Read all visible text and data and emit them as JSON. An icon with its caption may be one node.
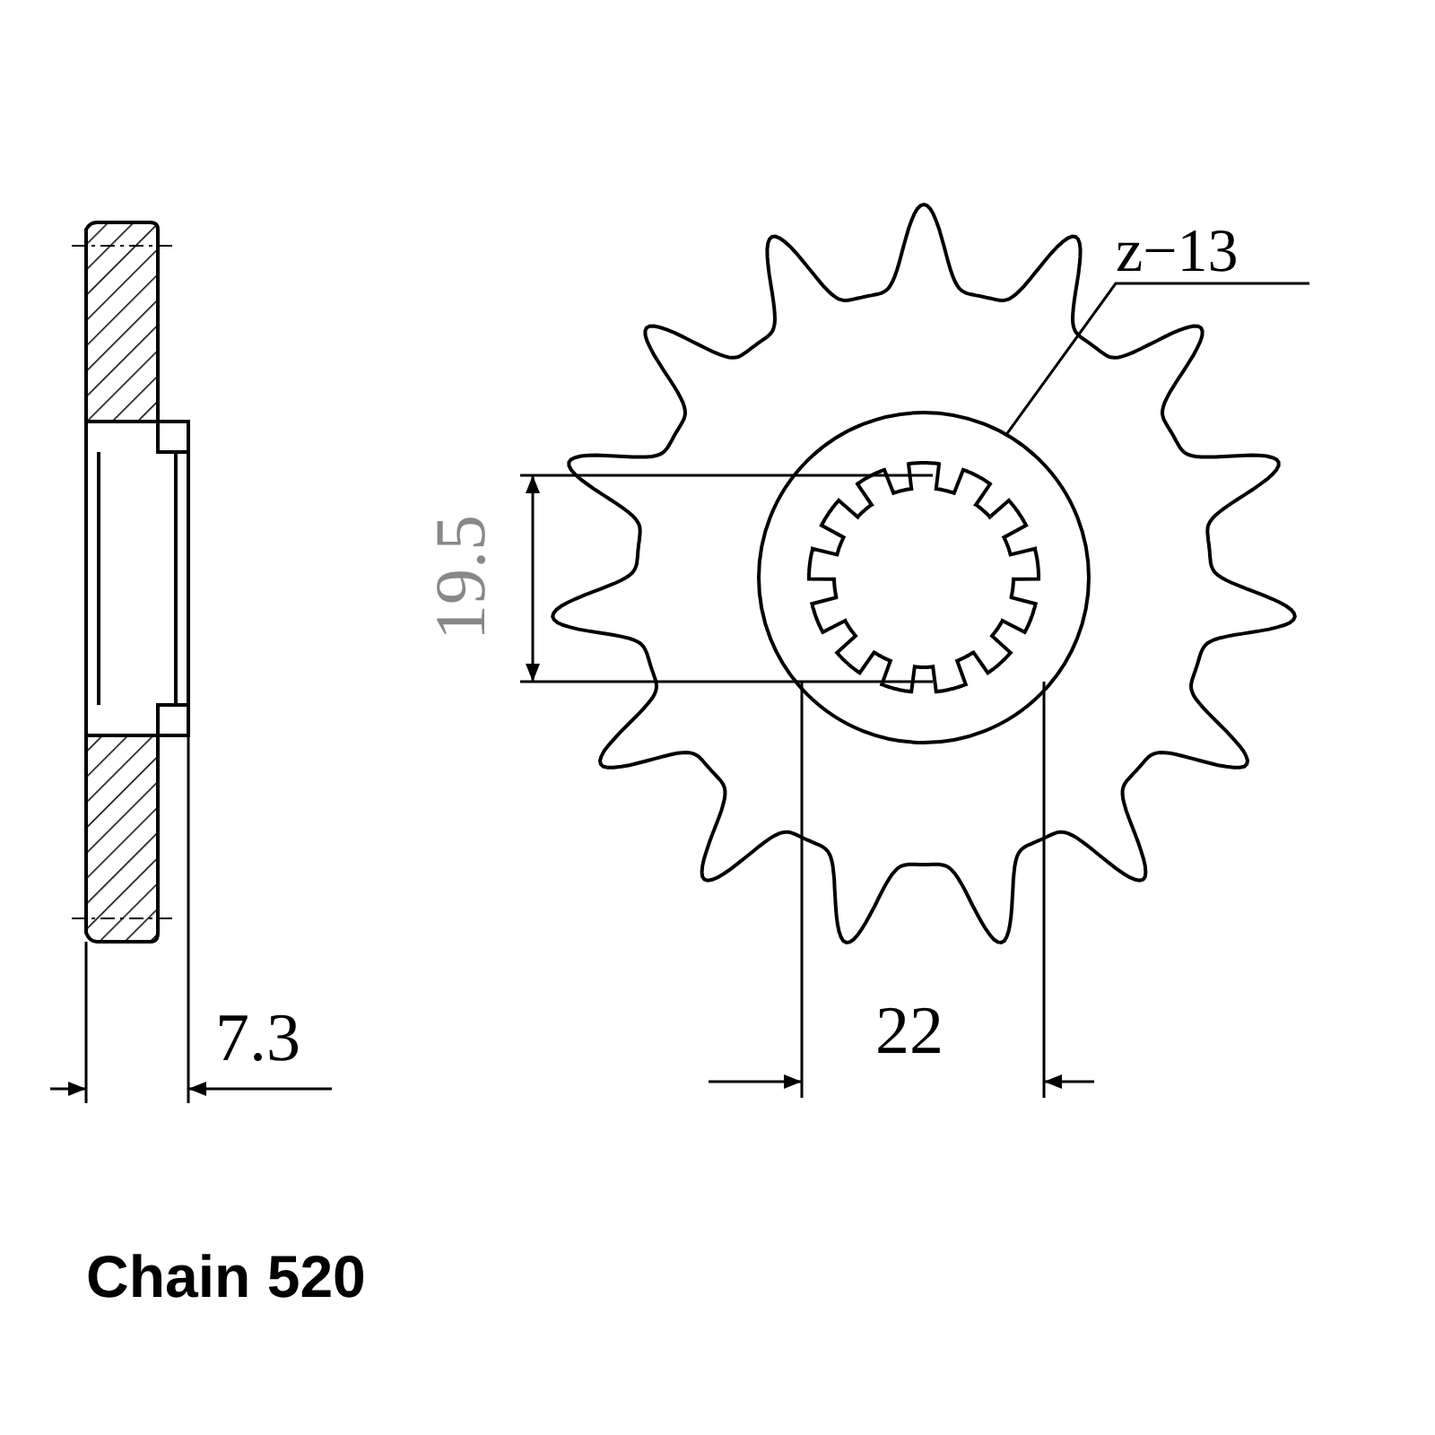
{
  "diagram": {
    "nodes": [
      {
        "text": [
          "z−13"
        ]
      },
      {
        "text": [],
        "shape": "circle"
      }
    ],
    "edges": [
      {
        "from": 0,
        "to": 1,
        "arrow": "none"
      }
    ],
    "labels": [
      "19.5",
      "7.3",
      "22",
      "Chain 520"
    ]
  }
}
